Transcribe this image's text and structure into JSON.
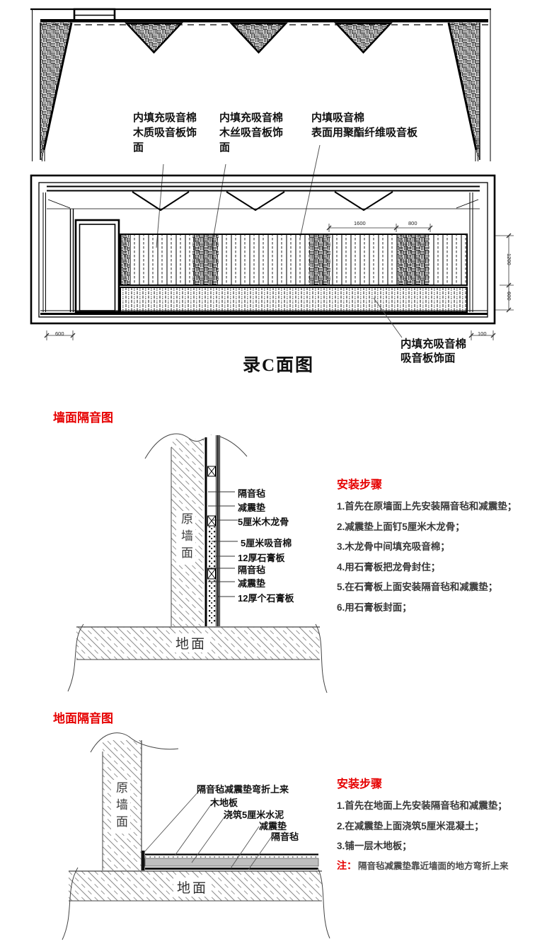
{
  "colors": {
    "accent_red": "#e60000",
    "line_ink": "#111111",
    "concrete_gray": "#bfbfbf"
  },
  "top_drawing": {
    "labels": [
      {
        "lines": [
          "内填充吸音棉",
          "木质吸音板饰",
          "面"
        ]
      },
      {
        "lines": [
          "内填充吸音棉",
          "木丝吸音板饰",
          "面"
        ]
      },
      {
        "lines": [
          "内填吸音棉",
          "表面用聚酯纤维吸音板"
        ]
      }
    ]
  },
  "elevation": {
    "title": "录C面图",
    "corner_label_lines": [
      "内填充吸音棉",
      "吸音板饰面"
    ],
    "dimensions": {
      "top_left_span": "1600",
      "top_right_span": "800",
      "right_upper": "1200",
      "right_lower": "600",
      "bottom_left": "600",
      "bottom_right": "100"
    }
  },
  "wall_section": {
    "heading": "墙面隔音图",
    "wall_label": "原墙面",
    "floor_label": "地面",
    "layers": [
      "隔音毡",
      "减震垫",
      "5厘米木龙骨",
      "5厘米吸音棉",
      "12厚石膏板",
      "隔音毡",
      "减震垫",
      "12厚个石膏板"
    ],
    "steps_heading": "安装步骤",
    "steps": [
      "1.首先在原墙面上先安装隔音毡和减震垫；",
      "2.减震垫上面钉5厘米木龙骨；",
      "3.木龙骨中间填充吸音棉；",
      "4.用石膏板把龙骨封住；",
      "5.在石膏板上面安装隔音毡和减震垫；",
      "6.用石膏板封面；"
    ]
  },
  "floor_section": {
    "heading": "地面隔音图",
    "wall_label": "原墙面",
    "floor_label": "地面",
    "component_labels": [
      "隔音毡减震垫弯折上来",
      "木地板",
      "浇筑5厘米水泥",
      "减震垫",
      "隔音毡"
    ],
    "steps_heading": "安装步骤",
    "steps": [
      "1.首先在地面上先安装隔音毡和减震垫；",
      "2.在减震垫上面浇筑5厘米混凝土；",
      "3.铺一层木地板；"
    ],
    "note_prefix": "注：",
    "note": "隔音毡减震垫靠近墙面的地方弯折上来"
  }
}
